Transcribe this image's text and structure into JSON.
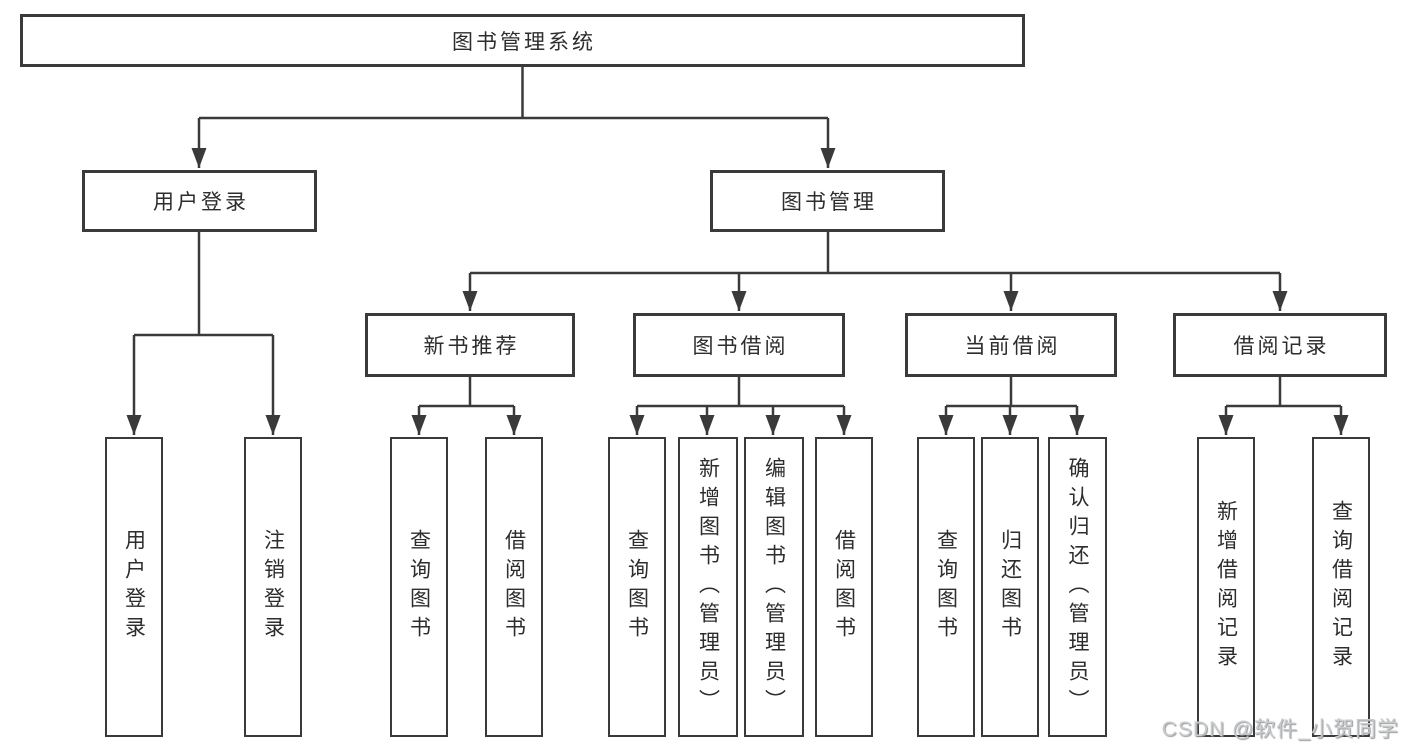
{
  "colors": {
    "line": "#3a3a3a",
    "box_border": "#3a3a3a",
    "box_fill": "#ffffff",
    "text": "#2d2d2d",
    "watermark": "#c8cacb"
  },
  "watermark": {
    "text": "CSDN @软件_小贺同学"
  },
  "tree": {
    "root": {
      "label": "图书管理系统"
    },
    "level2": {
      "user_login": {
        "label": "用户登录"
      },
      "book_mgmt": {
        "label": "图书管理"
      }
    },
    "level3": {
      "new_books": {
        "label": "新书推荐"
      },
      "book_borrow": {
        "label": "图书借阅"
      },
      "current_borrow": {
        "label": "当前借阅"
      },
      "borrow_records": {
        "label": "借阅记录"
      }
    },
    "leaves": {
      "user_login": [
        "用户登录",
        "注销登录"
      ],
      "new_books": [
        "查询图书",
        "借阅图书"
      ],
      "book_borrow": [
        "查询图书",
        "新增图书（管理员）",
        "编辑图书（管理员）",
        "借阅图书"
      ],
      "current_borrow": [
        "查询图书",
        "归还图书",
        "确认归还（管理员）"
      ],
      "borrow_records": [
        "新增借阅记录",
        "查询借阅记录"
      ]
    }
  }
}
